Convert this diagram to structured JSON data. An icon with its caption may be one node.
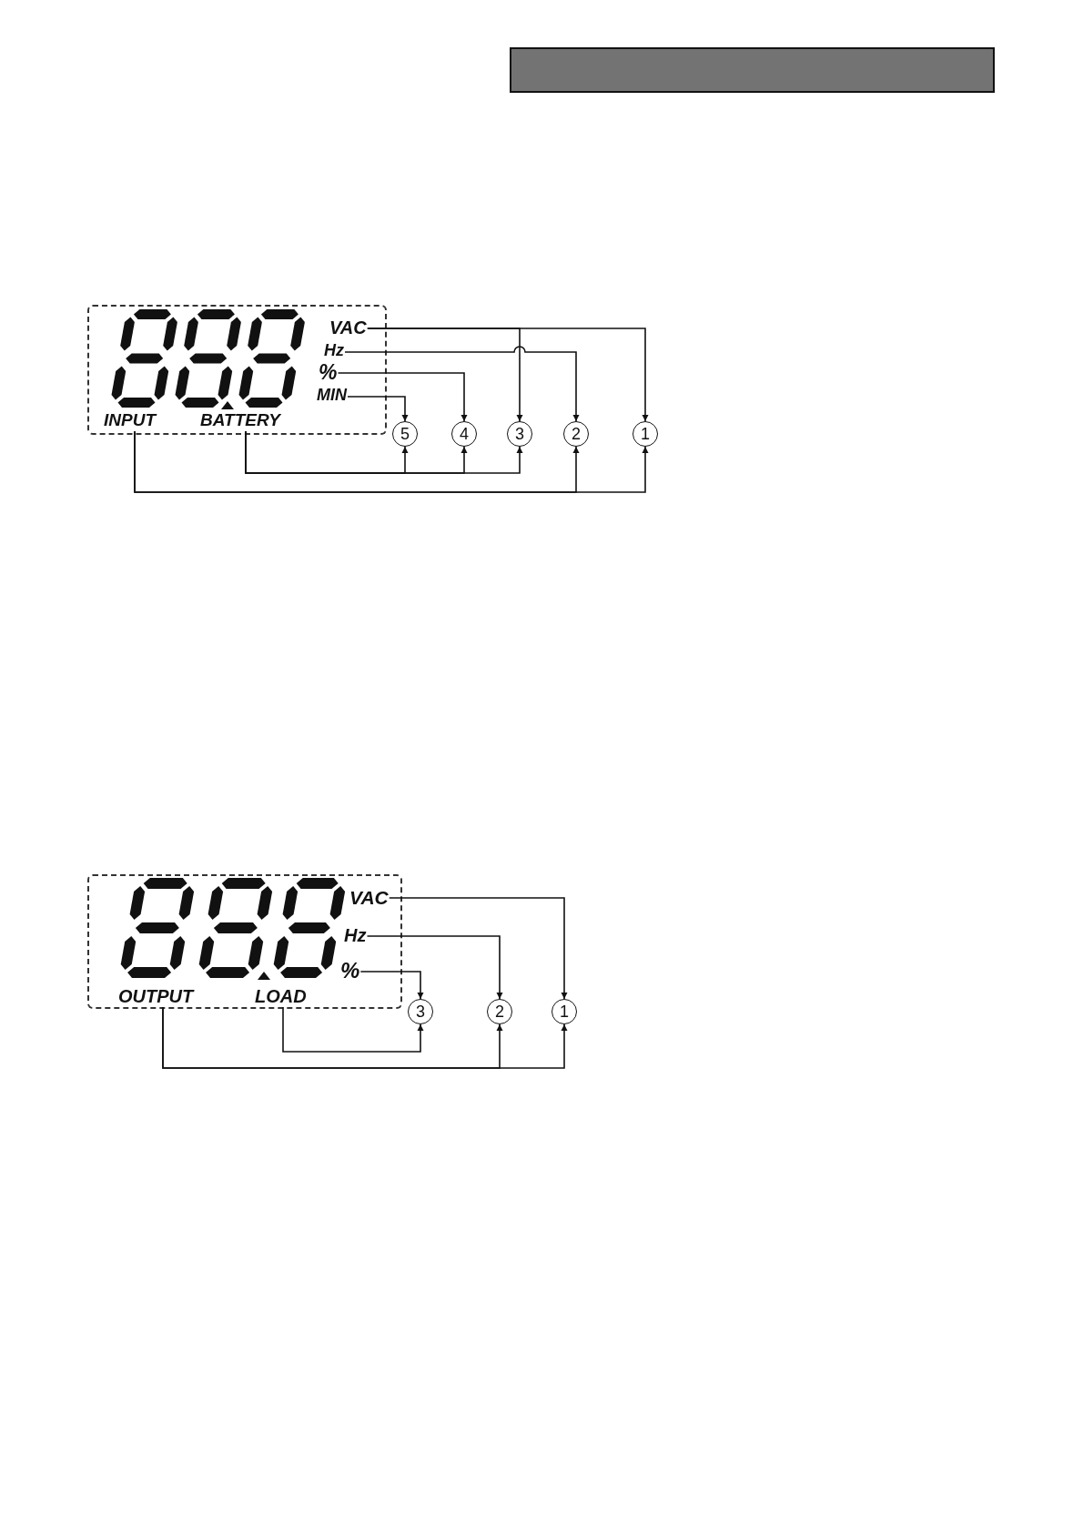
{
  "diagram": {
    "nodes": [
      {
        "text": [],
        "shape": "bar"
      },
      {
        "text": [],
        "shape": "box"
      },
      {
        "text": [
          "VAC"
        ],
        "in": 1
      },
      {
        "text": [
          "Hz"
        ],
        "in": 1
      },
      {
        "text": [
          "%"
        ],
        "in": 1
      },
      {
        "text": [
          "MIN"
        ],
        "in": 1
      },
      {
        "text": [
          "INPUT"
        ],
        "in": 1
      },
      {
        "text": [
          "BATTERY"
        ],
        "in": 1
      },
      {
        "text": [
          "5"
        ]
      },
      {
        "text": [
          "4"
        ]
      },
      {
        "text": [
          "3"
        ]
      },
      {
        "text": [
          "2"
        ]
      },
      {
        "text": [
          "1"
        ]
      },
      {
        "text": [],
        "shape": "box"
      },
      {
        "text": [
          "VAC"
        ],
        "in": 13
      },
      {
        "text": [
          "Hz"
        ],
        "in": 13
      },
      {
        "text": [
          "%"
        ],
        "in": 13
      },
      {
        "text": [
          "OUTPUT"
        ],
        "in": 13
      },
      {
        "text": [
          "LOAD"
        ],
        "in": 13
      },
      {
        "text": [
          "3"
        ]
      },
      {
        "text": [
          "2"
        ]
      },
      {
        "text": [
          "1"
        ]
      }
    ],
    "edges": [
      {
        "from": 2,
        "to": 12,
        "arrow": "to"
      },
      {
        "from": 2,
        "to": 10,
        "arrow": "to"
      },
      {
        "from": 3,
        "to": 11,
        "arrow": "to"
      },
      {
        "from": 4,
        "to": 9,
        "arrow": "to"
      },
      {
        "from": 5,
        "to": 8,
        "arrow": "to"
      },
      {
        "from": 6,
        "to": 11,
        "arrow": "to"
      },
      {
        "from": 6,
        "to": 12,
        "arrow": "to"
      },
      {
        "from": 7,
        "to": 8,
        "arrow": "to"
      },
      {
        "from": 7,
        "to": 9,
        "arrow": "to"
      },
      {
        "from": 7,
        "to": 10,
        "arrow": "to"
      },
      {
        "from": 14,
        "to": 21,
        "arrow": "to"
      },
      {
        "from": 15,
        "to": 20,
        "arrow": "to"
      },
      {
        "from": 16,
        "to": 19,
        "arrow": "to"
      },
      {
        "from": 18,
        "to": 19,
        "arrow": "to"
      },
      {
        "from": 17,
        "to": 20,
        "arrow": "to"
      },
      {
        "from": 17,
        "to": 21,
        "arrow": "to"
      }
    ]
  }
}
